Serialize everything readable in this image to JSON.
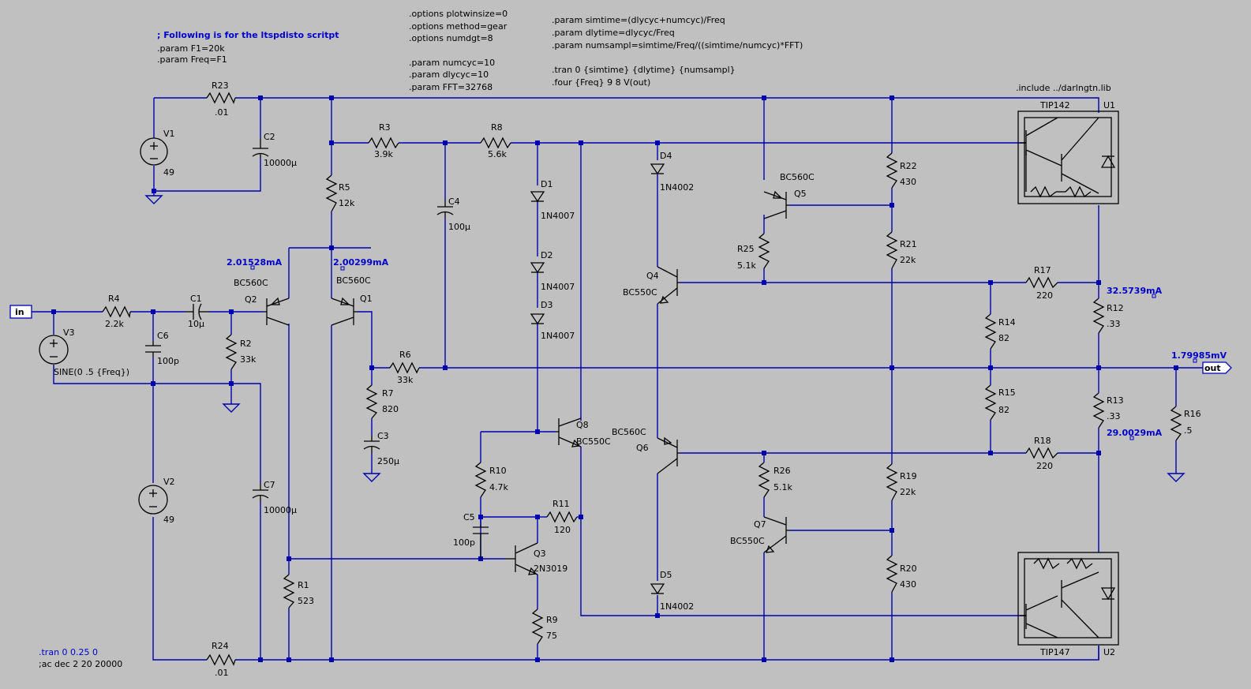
{
  "directives": {
    "ltspdisto_comment": "; Following is for the ltspdisto scritpt",
    "param_f1": ".param F1=20k",
    "param_freq": ".param Freq=F1",
    "opt_plotwinsize": ".options plotwinsize=0",
    "opt_method": ".options method=gear",
    "opt_numdgt": ".options numdgt=8",
    "param_numcyc": ".param numcyc=10",
    "param_dlycyc": ".param dlycyc=10",
    "param_fft": ".param FFT=32768",
    "param_simtime": ".param simtime=(dlycyc+numcyc)/Freq",
    "param_dlytime": ".param dlytime=dlycyc/Freq",
    "param_numsampl": ".param numsampl=simtime/Freq/((simtime/numcyc)*FFT)",
    "tran": ".tran 0 {simtime} {dlytime} {numsampl}",
    "four": ".four {Freq} 9 8 V(out)",
    "include": ".include ../darlngtn.lib",
    "tran_alt": ".tran 0 0.25 0",
    "ac_comment": ";ac dec 2 20 20000"
  },
  "probes": {
    "q2_current": "2.01528mA",
    "q1_current": "2.00299mA",
    "r12_current": "32.5739mA",
    "out_voltage": "1.79985mV",
    "r13_current": "29.0029mA"
  },
  "ports": {
    "in": "in",
    "out": "out"
  },
  "components": {
    "R23": {
      "ref": "R23",
      "val": ".01"
    },
    "V1": {
      "ref": "V1",
      "val": "49"
    },
    "C2": {
      "ref": "C2",
      "val": "10000µ"
    },
    "R3": {
      "ref": "R3",
      "val": "3.9k"
    },
    "R8": {
      "ref": "R8",
      "val": "5.6k"
    },
    "R5": {
      "ref": "R5",
      "val": "12k"
    },
    "C4": {
      "ref": "C4",
      "val": "100µ"
    },
    "D1": {
      "ref": "D1",
      "val": "1N4007"
    },
    "D2": {
      "ref": "D2",
      "val": "1N4007"
    },
    "D3": {
      "ref": "D3",
      "val": "1N4007"
    },
    "D4": {
      "ref": "D4",
      "val": "1N4002"
    },
    "D5": {
      "ref": "D5",
      "val": "1N4002"
    },
    "Q5": {
      "ref": "Q5",
      "val": "BC560C"
    },
    "R22": {
      "ref": "R22",
      "val": "430"
    },
    "R21": {
      "ref": "R21",
      "val": "22k"
    },
    "U1": {
      "ref": "U1",
      "val": "TIP142"
    },
    "U2": {
      "ref": "U2",
      "val": "TIP147"
    },
    "R25": {
      "ref": "R25",
      "val": "5.1k"
    },
    "Q4": {
      "ref": "Q4",
      "val": "BC550C"
    },
    "Q2": {
      "ref": "Q2",
      "val": "BC560C"
    },
    "Q1": {
      "ref": "Q1",
      "val": "BC560C"
    },
    "R17": {
      "ref": "R17",
      "val": "220"
    },
    "R12": {
      "ref": "R12",
      "val": ".33"
    },
    "R4": {
      "ref": "R4",
      "val": "2.2k"
    },
    "C1": {
      "ref": "C1",
      "val": "10µ"
    },
    "R2": {
      "ref": "R2",
      "val": "33k"
    },
    "C6": {
      "ref": "C6",
      "val": "100p"
    },
    "V3": {
      "ref": "V3",
      "val": "SINE(0 .5 {Freq})"
    },
    "R14": {
      "ref": "R14",
      "val": "82"
    },
    "R6": {
      "ref": "R6",
      "val": "33k"
    },
    "R7": {
      "ref": "R7",
      "val": "820"
    },
    "C3": {
      "ref": "C3",
      "val": "250µ"
    },
    "R15": {
      "ref": "R15",
      "val": "82"
    },
    "R13": {
      "ref": "R13",
      "val": ".33"
    },
    "R16": {
      "ref": "R16",
      "val": ".5"
    },
    "Q8": {
      "ref": "Q8",
      "val": "BC550C"
    },
    "Q6": {
      "ref": "Q6",
      "val": "BC560C"
    },
    "R18": {
      "ref": "R18",
      "val": "220"
    },
    "V2": {
      "ref": "V2",
      "val": "49"
    },
    "C7": {
      "ref": "C7",
      "val": "10000µ"
    },
    "R10": {
      "ref": "R10",
      "val": "4.7k"
    },
    "R26": {
      "ref": "R26",
      "val": "5.1k"
    },
    "R19": {
      "ref": "R19",
      "val": "22k"
    },
    "C5": {
      "ref": "C5",
      "val": "100p"
    },
    "R11": {
      "ref": "R11",
      "val": "120"
    },
    "Q7": {
      "ref": "Q7",
      "val": "BC550C"
    },
    "Q3": {
      "ref": "Q3",
      "val": "2N3019"
    },
    "R1": {
      "ref": "R1",
      "val": "523"
    },
    "R20": {
      "ref": "R20",
      "val": "430"
    },
    "R9": {
      "ref": "R9",
      "val": "75"
    },
    "R24": {
      "ref": "R24",
      "val": ".01"
    }
  }
}
